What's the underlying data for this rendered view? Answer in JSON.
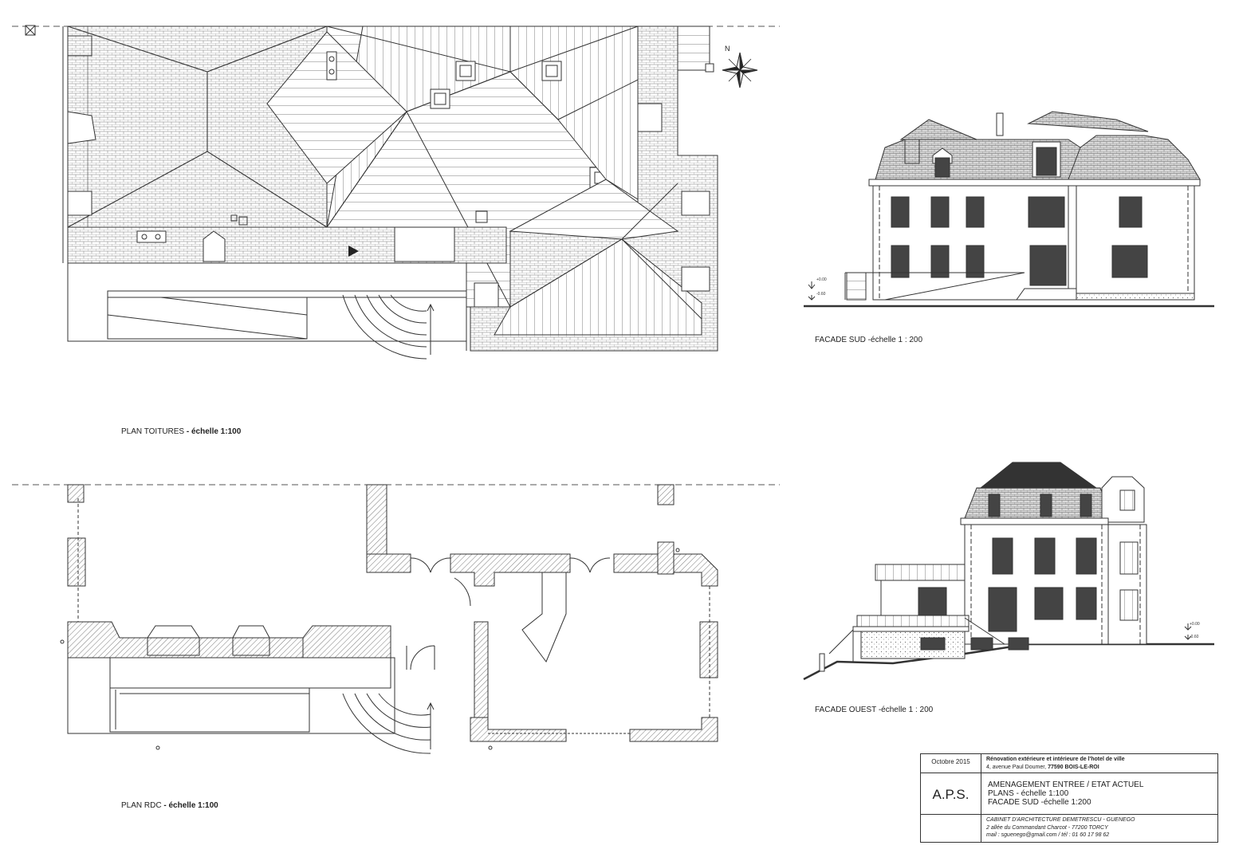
{
  "sheet": {
    "labels": {
      "plan_toitures": {
        "name": "PLAN TOITURES",
        "scale": " - échelle 1:100"
      },
      "plan_rdc": {
        "name": "PLAN RDC",
        "scale": " - échelle 1:100"
      },
      "facade_sud": "FACADE SUD -échelle 1 : 200",
      "facade_ouest": "FACADE OUEST -échelle 1 : 200"
    },
    "north_letter": "N",
    "levels": {
      "sud_upper": "+0.00",
      "sud_lower": "-0.60",
      "ouest_upper": "+0.00",
      "ouest_lower": "-0.60"
    },
    "cartouche": {
      "date": "Octobre 2015",
      "project_line1": "Rénovation extérieure et intérieure de l'hotel de ville",
      "project_line2_prefix": "4, avenue Paul Doumer, ",
      "project_line2_bold": "77590 BOIS-LE-ROI",
      "phase": "A.P.S.",
      "title_line1": "AMENAGEMENT ENTREE / ETAT ACTUEL",
      "title_line2": "PLANS - échelle 1:100",
      "title_line3": "FACADE SUD -échelle 1:200",
      "firm_line1": "CABINET D'ARCHITECTURE DEMETRESCU - GUENEGO",
      "firm_line2": "2 allée du Commandant Charcot - 77200 TORCY",
      "firm_line3": "mail : sguenego@gmail.com / tél : 01 60 17 98 62"
    },
    "colors": {
      "line": "#333333",
      "roof_dark": "#3a3a3a",
      "hatch": "#555555"
    }
  }
}
